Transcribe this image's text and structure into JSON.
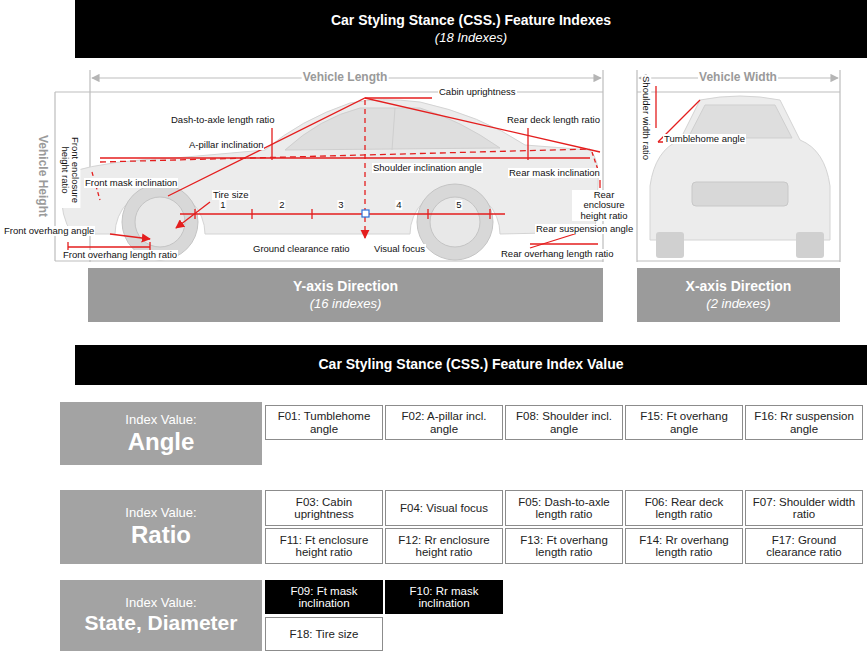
{
  "diagram": {
    "nodes": [
      {
        "text": [
          "Car Styling Stance (CSS.) Feature Indexes",
          "(18 Indexes)"
        ]
      },
      {
        "text": [
          "Y-axis Direction",
          "(16 indexes)"
        ]
      },
      {
        "text": [
          "X-axis Direction",
          "(2 indexes)"
        ]
      },
      {
        "text": [
          "Car Styling Stance (CSS.) Feature Index Value"
        ]
      },
      {
        "text": [
          "Index Value:",
          "Angle"
        ]
      },
      {
        "text": [
          "F01: Tumblehome angle"
        ]
      },
      {
        "text": [
          "F02: A-pillar incl. angle"
        ]
      },
      {
        "text": [
          "F08: Shoulder incl. angle"
        ]
      },
      {
        "text": [
          "F15: Ft overhang angle"
        ]
      },
      {
        "text": [
          "F16: Rr suspension angle"
        ]
      },
      {
        "text": [
          "Index Value:",
          "Ratio"
        ]
      },
      {
        "text": [
          "F03: Cabin uprightness"
        ]
      },
      {
        "text": [
          "F04: Visual focus"
        ]
      },
      {
        "text": [
          "F05: Dash-to-axle length ratio"
        ]
      },
      {
        "text": [
          "F06: Rear deck length ratio"
        ]
      },
      {
        "text": [
          "F07: Shoulder width ratio"
        ]
      },
      {
        "text": [
          "F11: Ft enclosure height ratio"
        ]
      },
      {
        "text": [
          "F12: Rr enclosure height ratio"
        ]
      },
      {
        "text": [
          "F13: Ft overhang length ratio"
        ]
      },
      {
        "text": [
          "F14: Rr overhang length ratio"
        ]
      },
      {
        "text": [
          "F17: Ground clearance ratio"
        ]
      },
      {
        "text": [
          "Index Value:",
          "State, Diameter"
        ]
      },
      {
        "text": [
          "F09: Ft mask inclination"
        ]
      },
      {
        "text": [
          "F10: Rr mask inclination"
        ]
      },
      {
        "text": [
          "F18: Tire size"
        ]
      }
    ],
    "labels": [
      "Vehicle Length",
      "Vehicle Width",
      "Vehicle Height",
      "Shoulder width ratio",
      "Cabin uprightness",
      "Dash-to-axle length ratio",
      "Rear deck length ratio",
      "A-pillar inclination",
      "Tumblehome angle",
      "Front enclosure height ratio",
      "Front mask inclination",
      "Shoulder inclination angle",
      "Rear mask inclination",
      "Tire size",
      "Rear enclosure height ratio",
      "1",
      "2",
      "3",
      "4",
      "5",
      "Rear suspension angle",
      "Front overhang angle",
      "Ground clearance ratio",
      "Visual focus",
      "Rear overhang length ratio",
      "Front overhang length ratio"
    ]
  }
}
